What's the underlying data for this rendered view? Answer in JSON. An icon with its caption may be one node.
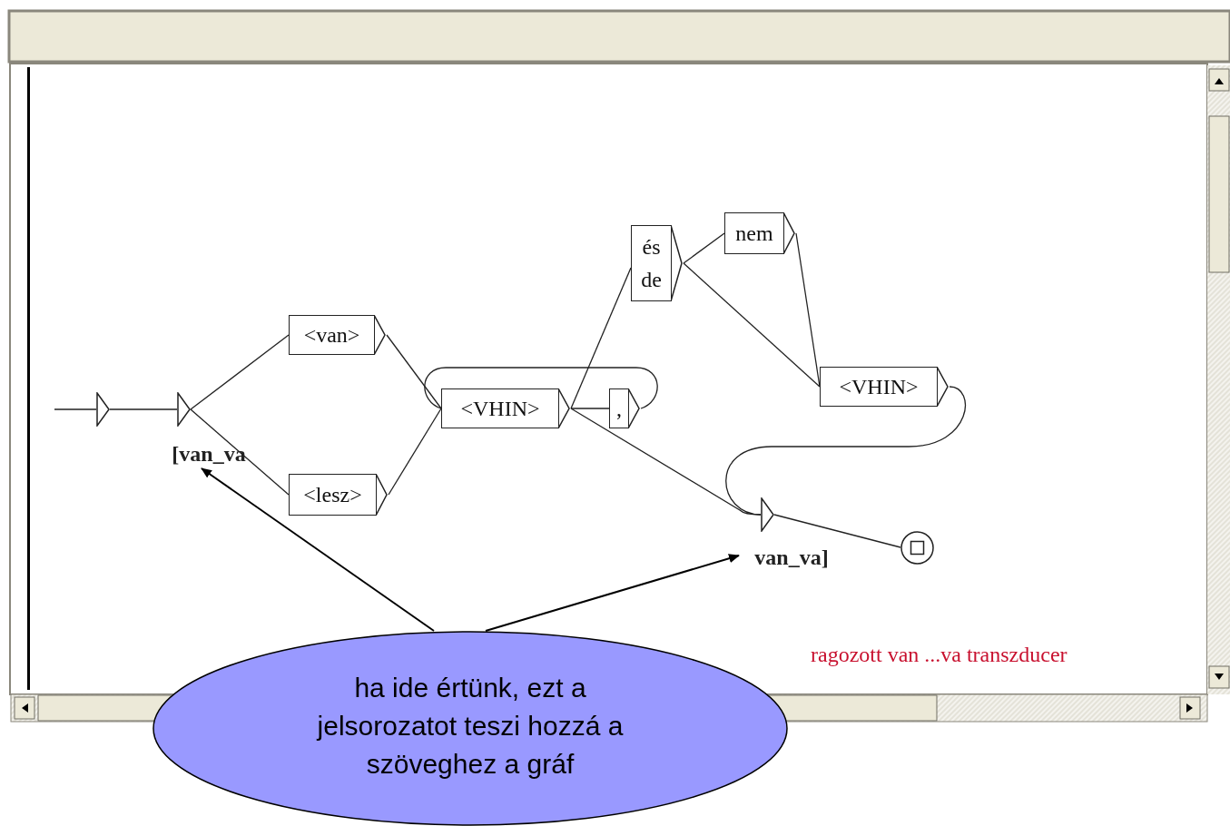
{
  "diagram": {
    "nodes": [
      {
        "text": [],
        "shape": "triangle"
      },
      {
        "text": [
          "[van_va"
        ]
      },
      {
        "text": [
          "<van>"
        ]
      },
      {
        "text": [
          "<lesz>"
        ]
      },
      {
        "text": [
          "<VHIN>"
        ]
      },
      {
        "text": [
          ","
        ]
      },
      {
        "text": [
          "és",
          "de"
        ]
      },
      {
        "text": [
          "nem"
        ]
      },
      {
        "text": [
          "<VHIN>"
        ]
      },
      {
        "text": [
          "van_va]"
        ]
      },
      {
        "text": [],
        "shape": "circle"
      },
      {
        "text": [
          "ha ide értünk, ezt a jelsorozatot teszi hozzá a szöveghez a gráf"
        ]
      }
    ],
    "edges": [
      {
        "from": null,
        "to": 0,
        "arrow": "none"
      },
      {
        "from": 0,
        "to": 1,
        "arrow": "none"
      },
      {
        "from": 1,
        "to": 2,
        "arrow": "none"
      },
      {
        "from": 1,
        "to": 3,
        "arrow": "none"
      },
      {
        "from": 2,
        "to": 4,
        "arrow": "none"
      },
      {
        "from": 3,
        "to": 4,
        "arrow": "none"
      },
      {
        "from": 4,
        "to": 5,
        "arrow": "none"
      },
      {
        "from": 5,
        "to": 4,
        "arrow": "none"
      },
      {
        "from": 4,
        "to": 6,
        "arrow": "none"
      },
      {
        "from": 4,
        "to": 9,
        "arrow": "none"
      },
      {
        "from": 6,
        "to": 7,
        "arrow": "none"
      },
      {
        "from": 6,
        "to": 8,
        "arrow": "none"
      },
      {
        "from": 7,
        "to": 8,
        "arrow": "none"
      },
      {
        "from": 8,
        "to": 9,
        "arrow": "none"
      },
      {
        "from": 9,
        "to": 10,
        "arrow": "none"
      },
      {
        "from": 11,
        "to": 1,
        "arrow": "to"
      },
      {
        "from": 11,
        "to": 9,
        "arrow": "to"
      }
    ],
    "labels": [
      "ragozott van ...va transzducer"
    ]
  }
}
